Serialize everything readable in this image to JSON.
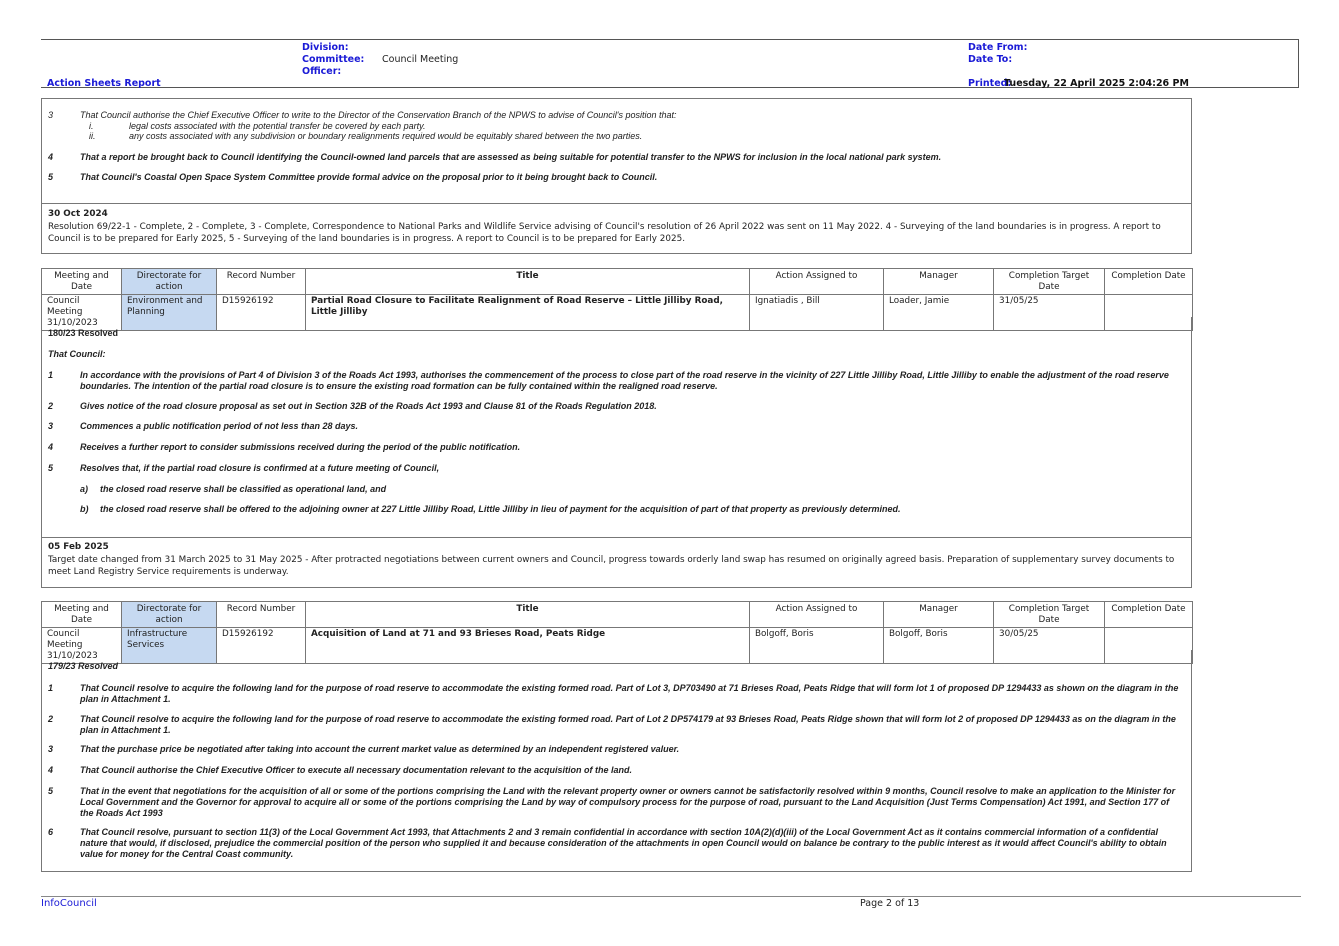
{
  "header": {
    "division_label": "Division:",
    "committee_label": "Committee:",
    "committee_value": "Council Meeting",
    "officer_label": "Officer:",
    "report_title": "Action Sheets Report",
    "date_from_label": "Date From:",
    "date_to_label": "Date To:",
    "printed_label": "Printed:",
    "printed_value": "Tuesday, 22 April 2025   2:04:26 PM"
  },
  "prev_item": {
    "items": [
      {
        "n": "3",
        "text": "That Council authorise the Chief Executive Officer to write to the Director of the Conservation Branch of the NPWS to advise of Council's position that:"
      },
      {
        "n": "4",
        "text": "That a report be brought back to Council identifying the Council-owned land parcels that are assessed as being suitable for potential transfer to the NPWS for inclusion in the local national park system."
      },
      {
        "n": "5",
        "text": "That Council's Coastal Open Space System Committee provide formal advice on the proposal prior to it being brought back to Council."
      }
    ],
    "subitems": [
      {
        "n": "i.",
        "text": "legal costs associated with the potential transfer be covered by each party."
      },
      {
        "n": "ii.",
        "text": "any costs associated with any subdivision or boundary realignments required would be equitably shared between the two parties."
      }
    ],
    "note_date": "30 Oct 2024",
    "note_text": "Resolution 69/22-1 - Complete, 2 - Complete, 3 - Complete, Correspondence to National Parks and Wildlife Service advising of Council's resolution of 26 April 2022 was sent on 11 May 2022. 4 - Surveying of the land boundaries is in progress. A report to Council is to be prepared for Early 2025, 5 - Surveying of the land boundaries is in progress. A report to Council is to be prepared for Early 2025."
  },
  "table_headers": {
    "meeting": "Meeting and Date",
    "directorate": "Directorate for action",
    "record": "Record Number",
    "title": "Title",
    "assigned": "Action Assigned to",
    "manager": "Manager",
    "target": "Completion Target Date",
    "completion": "Completion Date"
  },
  "action1": {
    "meeting": "Council Meeting 31/10/2023",
    "directorate": "Environment and Planning",
    "record": "D15926192",
    "title": "Partial Road Closure to Facilitate Realignment of Road Reserve – Little Jilliby Road, Little Jilliby",
    "assigned": "Ignatiadis , Bill",
    "manager": "Loader, Jamie",
    "target": "31/05/25",
    "completion": "",
    "resolved": "180/23 Resolved",
    "intro": "That Council:",
    "items": [
      {
        "n": "1",
        "text": "In accordance with the provisions of Part 4 of Division 3 of the Roads Act 1993, authorises the commencement of the process to close part of the road reserve in the vicinity of 227 Little Jilliby Road, Little Jilliby to enable the adjustment of the road reserve boundaries.  The intention of the partial road closure is to ensure the existing road formation can be fully contained within the realigned road reserve."
      },
      {
        "n": "2",
        "text": "Gives notice of the road closure proposal as set out in Section 32B of the Roads Act 1993 and Clause 81 of the Roads Regulation 2018."
      },
      {
        "n": "3",
        "text": "Commences a public notification period of not less than 28 days."
      },
      {
        "n": "4",
        "text": "Receives a further report to consider submissions received during the period of the public notification."
      },
      {
        "n": "5",
        "text": "Resolves that, if the partial road closure is confirmed at a future meeting of Council,"
      }
    ],
    "subitems": [
      {
        "n": "a)",
        "text": "the closed road reserve shall be classified as operational land, and"
      },
      {
        "n": "b)",
        "text": "the closed road reserve shall be offered to the adjoining owner at 227 Little Jilliby Road, Little Jilliby in lieu of payment for the acquisition of part of that property as previously determined."
      }
    ],
    "note_date": "05 Feb 2025",
    "note_text": "Target date changed from 31 March 2025 to 31 May 2025 - After protracted negotiations between current owners and Council, progress towards orderly land swap has resumed on originally agreed basis. Preparation of supplementary survey documents to meet Land Registry Service requirements is underway."
  },
  "action2": {
    "meeting": "Council Meeting 31/10/2023",
    "directorate": "Infrastructure Services",
    "record": "D15926192",
    "title": "Acquisition of Land at 71 and 93 Brieses Road, Peats Ridge",
    "assigned": "Bolgoff, Boris",
    "manager": "Bolgoff, Boris",
    "target": "30/05/25",
    "completion": "",
    "resolved": "179/23 Resolved",
    "items": [
      {
        "n": "1",
        "text": "That Council resolve to acquire the following land for the purpose of road reserve to accommodate the existing formed road.  Part of Lot 3, DP703490 at 71 Brieses Road, Peats Ridge that will form lot 1 of proposed DP 1294433 as shown on the diagram in the plan in Attachment 1."
      },
      {
        "n": "2",
        "text": "That Council resolve to acquire the following land for the purpose of road reserve to accommodate the existing formed road.  Part of Lot 2 DP574179 at 93 Brieses Road, Peats Ridge shown that will form lot 2 of proposed DP 1294433 as on the diagram in the plan in Attachment 1."
      },
      {
        "n": "3",
        "text": "That the purchase price be negotiated after taking into account the current market value as determined by an independent registered valuer."
      },
      {
        "n": "4",
        "text": "That Council authorise the Chief Executive Officer to execute all necessary documentation relevant to the acquisition of the land."
      },
      {
        "n": "5",
        "text": "That in the event that negotiations for the acquisition of all or some of the portions comprising the Land with the relevant property owner or owners cannot be satisfactorily resolved within 9 months, Council resolve to make an application to the Minister for Local Government and the Governor for approval to acquire all or some of the portions comprising the Land by way of compulsory process for the purpose of road, pursuant to the Land Acquisition (Just Terms Compensation) Act 1991, and Section 177 of the Roads Act 1993"
      },
      {
        "n": "6",
        "text": "That Council resolve, pursuant to section 11(3) of the Local Government Act 1993, that Attachments 2 and 3 remain confidential in accordance with section 10A(2)(d)(iii) of the Local Government Act as it contains commercial information of a confidential nature that would, if disclosed, prejudice the commercial position of the person who supplied it and because consideration of the attachments in open Council would on balance be contrary to the public interest as it would affect Council's ability to obtain value for money for the Central Coast community."
      }
    ]
  },
  "footer": {
    "brand": "InfoCouncil",
    "page": "Page 2 of 13"
  }
}
